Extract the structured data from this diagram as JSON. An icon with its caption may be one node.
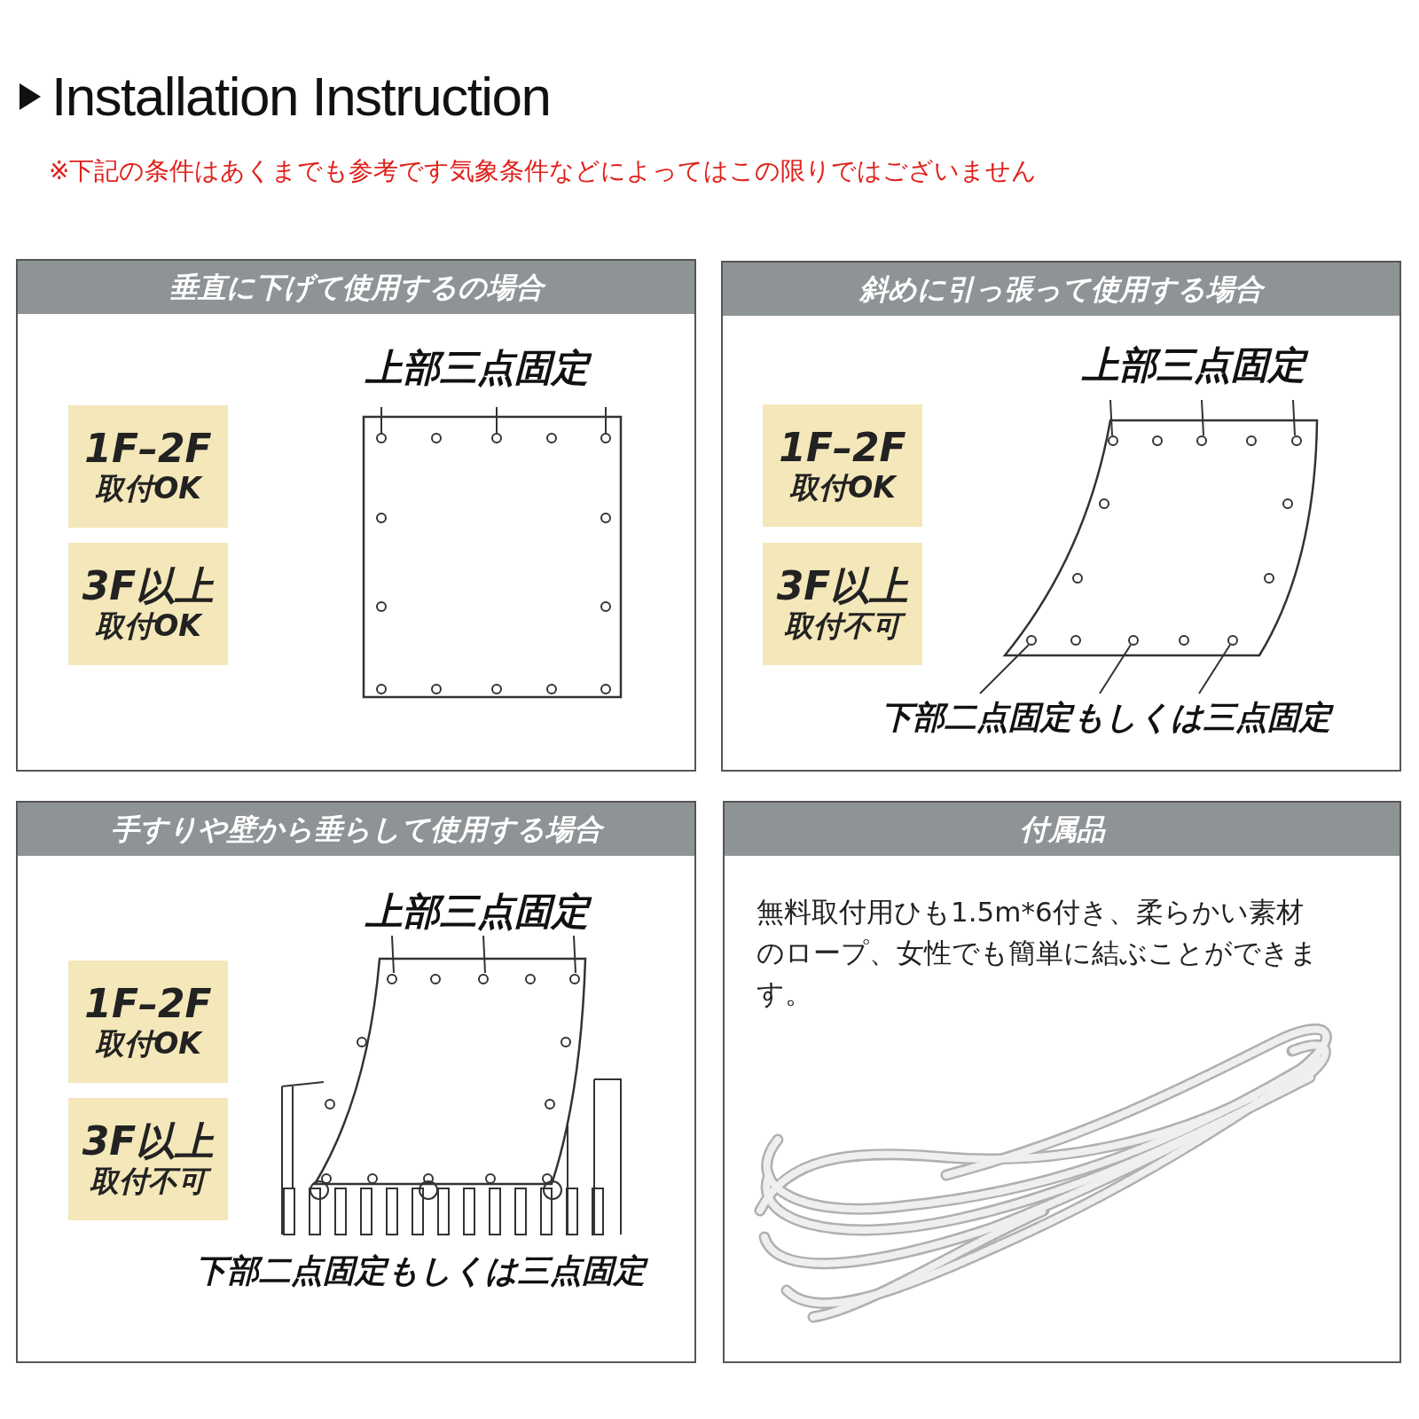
{
  "diagram": {
    "title": "Installation Instruction",
    "nodes": [
      {
        "text": [
          "垂直に下げて使用するの場合"
        ]
      },
      {
        "text": [
          "1F–2F",
          "取付OK"
        ],
        "in": 0
      },
      {
        "text": [
          "3F以上",
          "取付OK"
        ],
        "in": 0
      },
      {
        "text": [
          "斜めに引っ張って使用する場合"
        ]
      },
      {
        "text": [
          "1F–2F",
          "取付OK"
        ],
        "in": 3
      },
      {
        "text": [
          "3F以上",
          "取付不可"
        ],
        "in": 3
      },
      {
        "text": [
          "手すりや壁から垂らして使用する場合"
        ]
      },
      {
        "text": [
          "1F–2F",
          "取付OK"
        ],
        "in": 6
      },
      {
        "text": [
          "3F以上",
          "取付不可"
        ],
        "in": 6
      },
      {
        "text": [
          "付属品",
          "無料取付用ひも1.5m*6付き、柔らかい素材のロープ、女性でも簡単に結ぶことができます。"
        ]
      }
    ],
    "edges": [],
    "labels": [
      "※下記の条件はあくまでも参考です気象条件などによってはこの限りではございません",
      "上部三点固定",
      "上部三点固定",
      "下部二点固定もしくは三点固定",
      "上部三点固定",
      "下部二点固定もしくは三点固定"
    ]
  }
}
